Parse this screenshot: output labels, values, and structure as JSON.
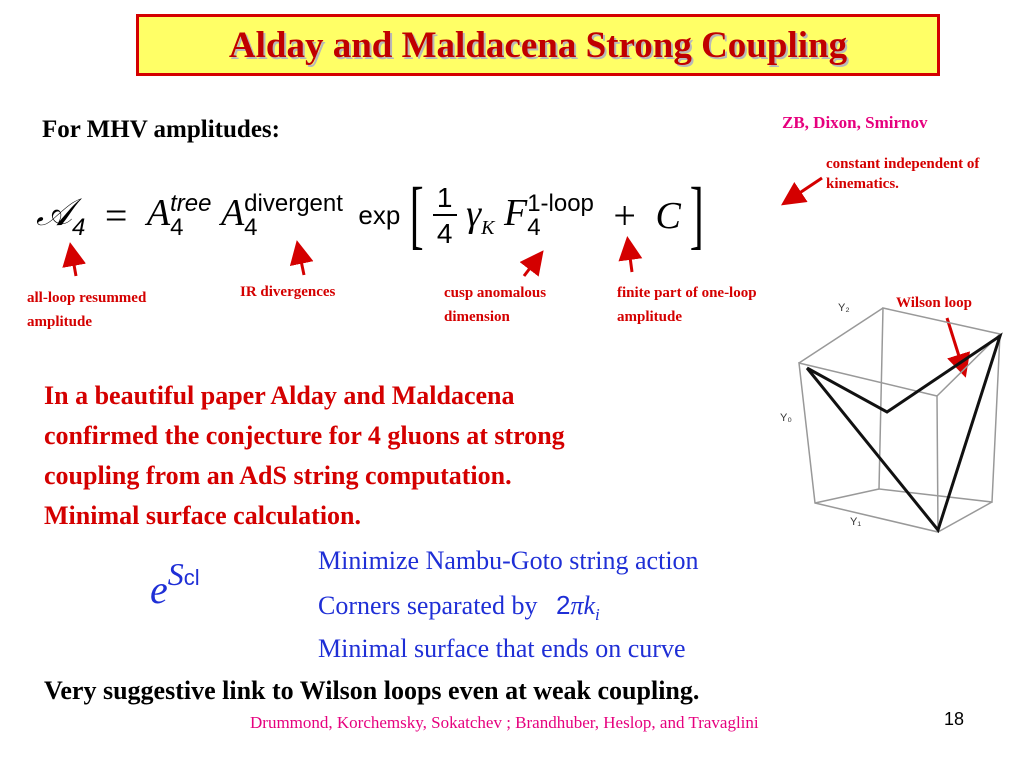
{
  "slide": {
    "title": "Alday and Maldacena Strong Coupling",
    "heading": "For MHV amplitudes:",
    "citation_top": "ZB, Dixon, Smirnov",
    "formula": {
      "A": "𝒜",
      "sub4": "4",
      "eq": "=",
      "A2": "A",
      "tree": "tree",
      "divergent": "divergent",
      "exp": "exp",
      "one": "1",
      "four": "4",
      "gamma": "γ",
      "K": "K",
      "F": "F",
      "oneloop": "1-loop",
      "plus": "+",
      "C": "C"
    },
    "annotations": {
      "constant": "constant  independent of kinematics.",
      "all_loop": "all-loop resummed amplitude",
      "ir": "IR divergences",
      "cusp": "cusp anomalous dimension",
      "finite": "finite part of one-loop amplitude",
      "wilson": "Wilson loop"
    },
    "figure_labels": {
      "y2": "Y₂",
      "y0": "Y₀",
      "y1": "Y₁"
    },
    "paragraph": [
      "In a beautiful paper Alday and Maldacena",
      "confirmed the conjecture for 4 gluons at strong",
      "coupling from an AdS string computation.",
      "Minimal surface calculation."
    ],
    "action": {
      "e": "e",
      "S": "S",
      "cl": "cl"
    },
    "bullets": {
      "b1": "Minimize Nambu-Goto string action",
      "b2": "Corners separated by",
      "b2_math_two": "2",
      "b2_math_pi": "π",
      "b2_math_k": "k",
      "b2_math_i": "i",
      "b3": "Minimal surface that ends on curve"
    },
    "footer": "Very suggestive link to Wilson loops even at weak coupling.",
    "citation_bottom": "Drummond, Korchemsky, Sokatchev ; Brandhuber, Heslop, and Travaglini",
    "page_number": "18",
    "colors": {
      "title_bg": "#ffff66",
      "title_border": "#d40000",
      "title_text": "#c00000",
      "red": "#d40000",
      "blue": "#1f2fd6",
      "magenta": "#e6007e"
    }
  }
}
